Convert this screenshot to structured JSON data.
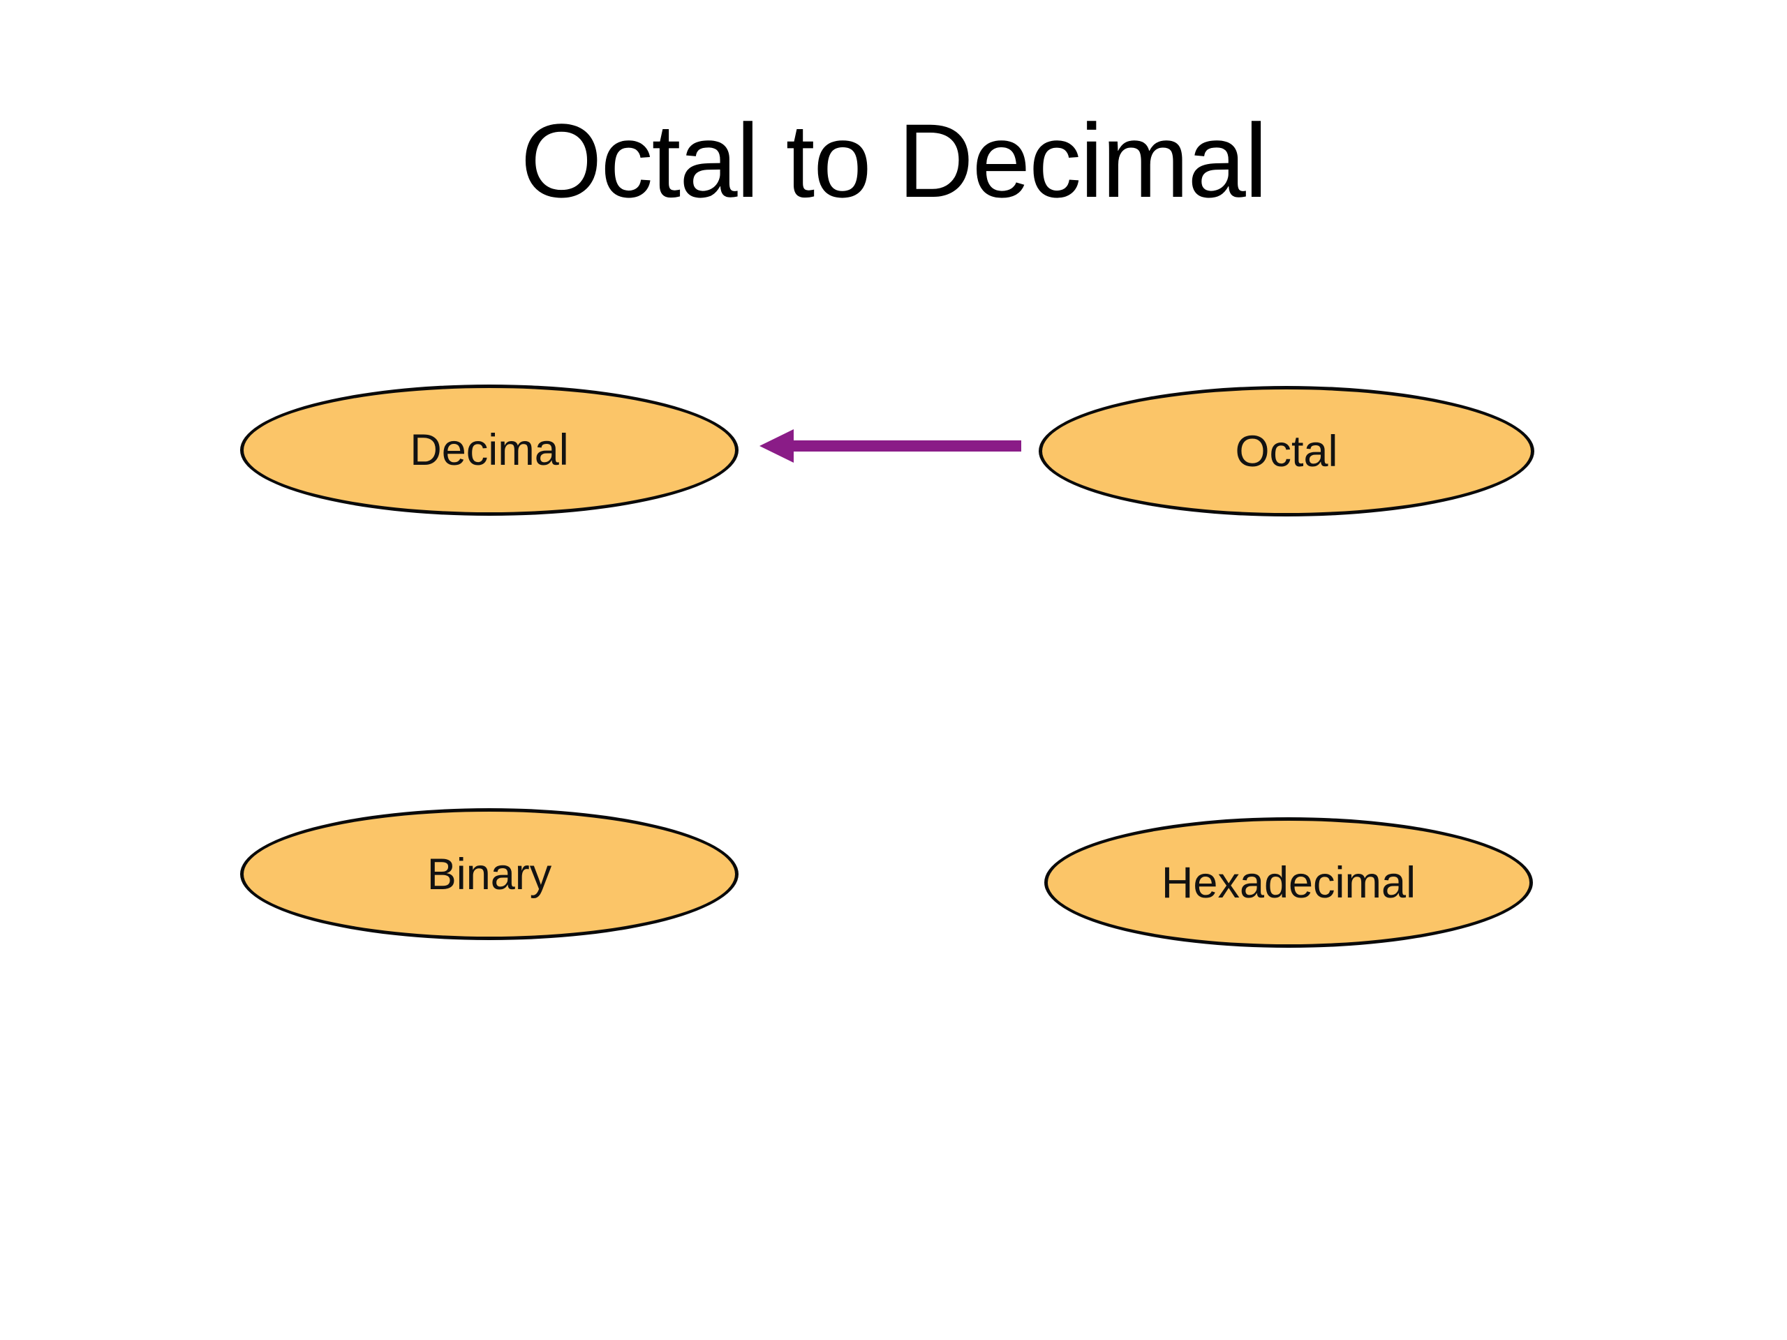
{
  "title": "Octal to Decimal",
  "nodes": [
    {
      "id": "decimal",
      "label": "Decimal"
    },
    {
      "id": "octal",
      "label": "Octal"
    },
    {
      "id": "binary",
      "label": "Binary"
    },
    {
      "id": "hexadecimal",
      "label": "Hexadecimal"
    }
  ],
  "arrow": {
    "from": "octal",
    "to": "decimal",
    "direction": "right-to-left",
    "color": "#8A1C87"
  },
  "colors": {
    "background": "#FFFFFF",
    "node_fill": "#FBC568",
    "node_border": "#000000",
    "title_text": "#000000",
    "node_text": "#121212"
  }
}
